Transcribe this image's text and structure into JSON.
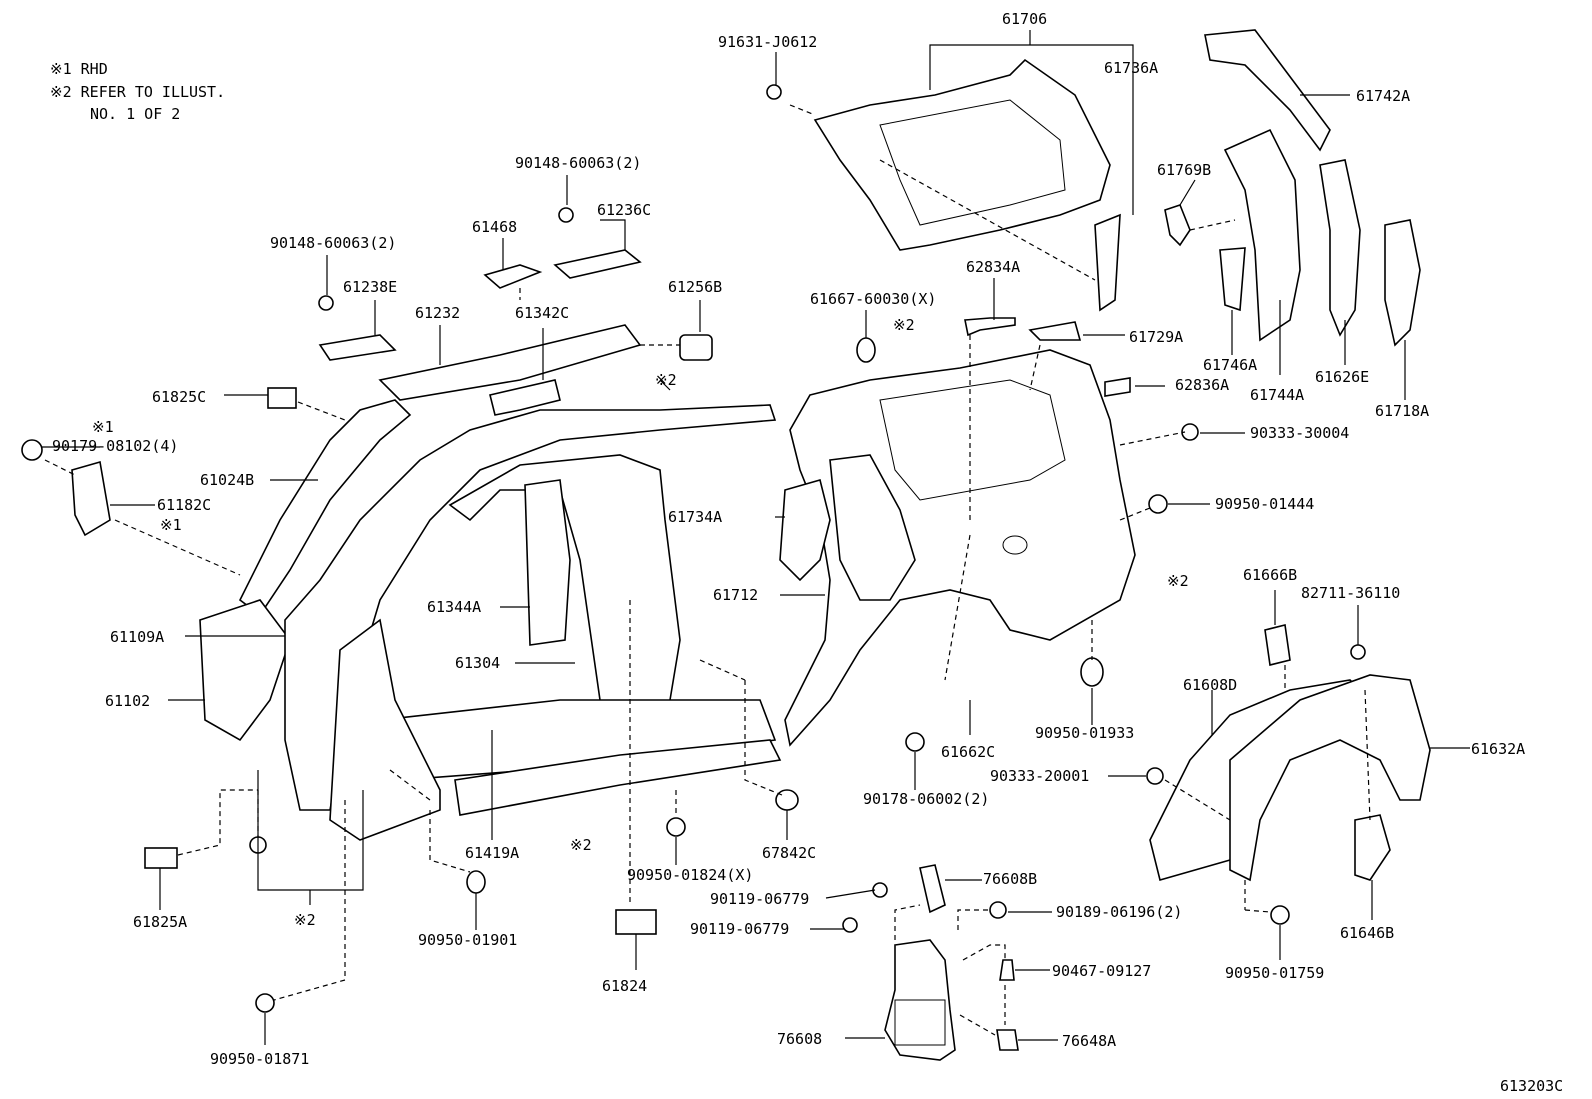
{
  "notes": [
    "※1 RHD",
    "※2 REFER TO ILLUST.",
    "NO. 1 OF 2"
  ],
  "illustration_id": "613203C",
  "parts": {
    "p61706": "61706",
    "p91631": "91631-J0612",
    "p61736A": "61736A",
    "p61742A": "61742A",
    "p90148a": "90148-60063(2)",
    "p61236C": "61236C",
    "p61468": "61468",
    "p90148b": "90148-60063(2)",
    "p61238E": "61238E",
    "p61232": "61232",
    "p61342C": "61342C",
    "p61256B": "61256B",
    "p61769B": "61769B",
    "p62834A": "62834A",
    "p61667": "61667-60030(X)",
    "p61729A": "61729A",
    "p61746A": "61746A",
    "p61744A": "61744A",
    "p61626E": "61626E",
    "p61718A": "61718A",
    "p62836A": "62836A",
    "p61825C": "61825C",
    "p90179": "90179-08102(4)",
    "p61024B": "61024B",
    "p61182C": "61182C",
    "p90333_30004": "90333-30004",
    "p90950_01444": "90950-01444",
    "p61734A": "61734A",
    "p61344A": "61344A",
    "p61109A": "61109A",
    "p61712": "61712",
    "p61666B": "61666B",
    "p82711": "82711-36110",
    "p61304": "61304",
    "p61102": "61102",
    "p61608D": "61608D",
    "p90950_01933": "90950-01933",
    "p61662C": "61662C",
    "p61632A": "61632A",
    "p90333_20001": "90333-20001",
    "p90178": "90178-06002(2)",
    "p61419A": "61419A",
    "p67842C": "67842C",
    "p90950_01824": "90950-01824(X)",
    "p76608B": "76608B",
    "p61646B": "61646B",
    "p61825A": "61825A",
    "p90119a": "90119-06779",
    "p90189": "90189-06196(2)",
    "p90119b": "90119-06779",
    "p90950_01901": "90950-01901",
    "p61824": "61824",
    "p90467": "90467-09127",
    "p90950_01759": "90950-01759",
    "p76608": "76608",
    "p76648A": "76648A",
    "p90950_01871": "90950-01871"
  },
  "marks": {
    "ref1": "※1",
    "ref2": "※2"
  }
}
